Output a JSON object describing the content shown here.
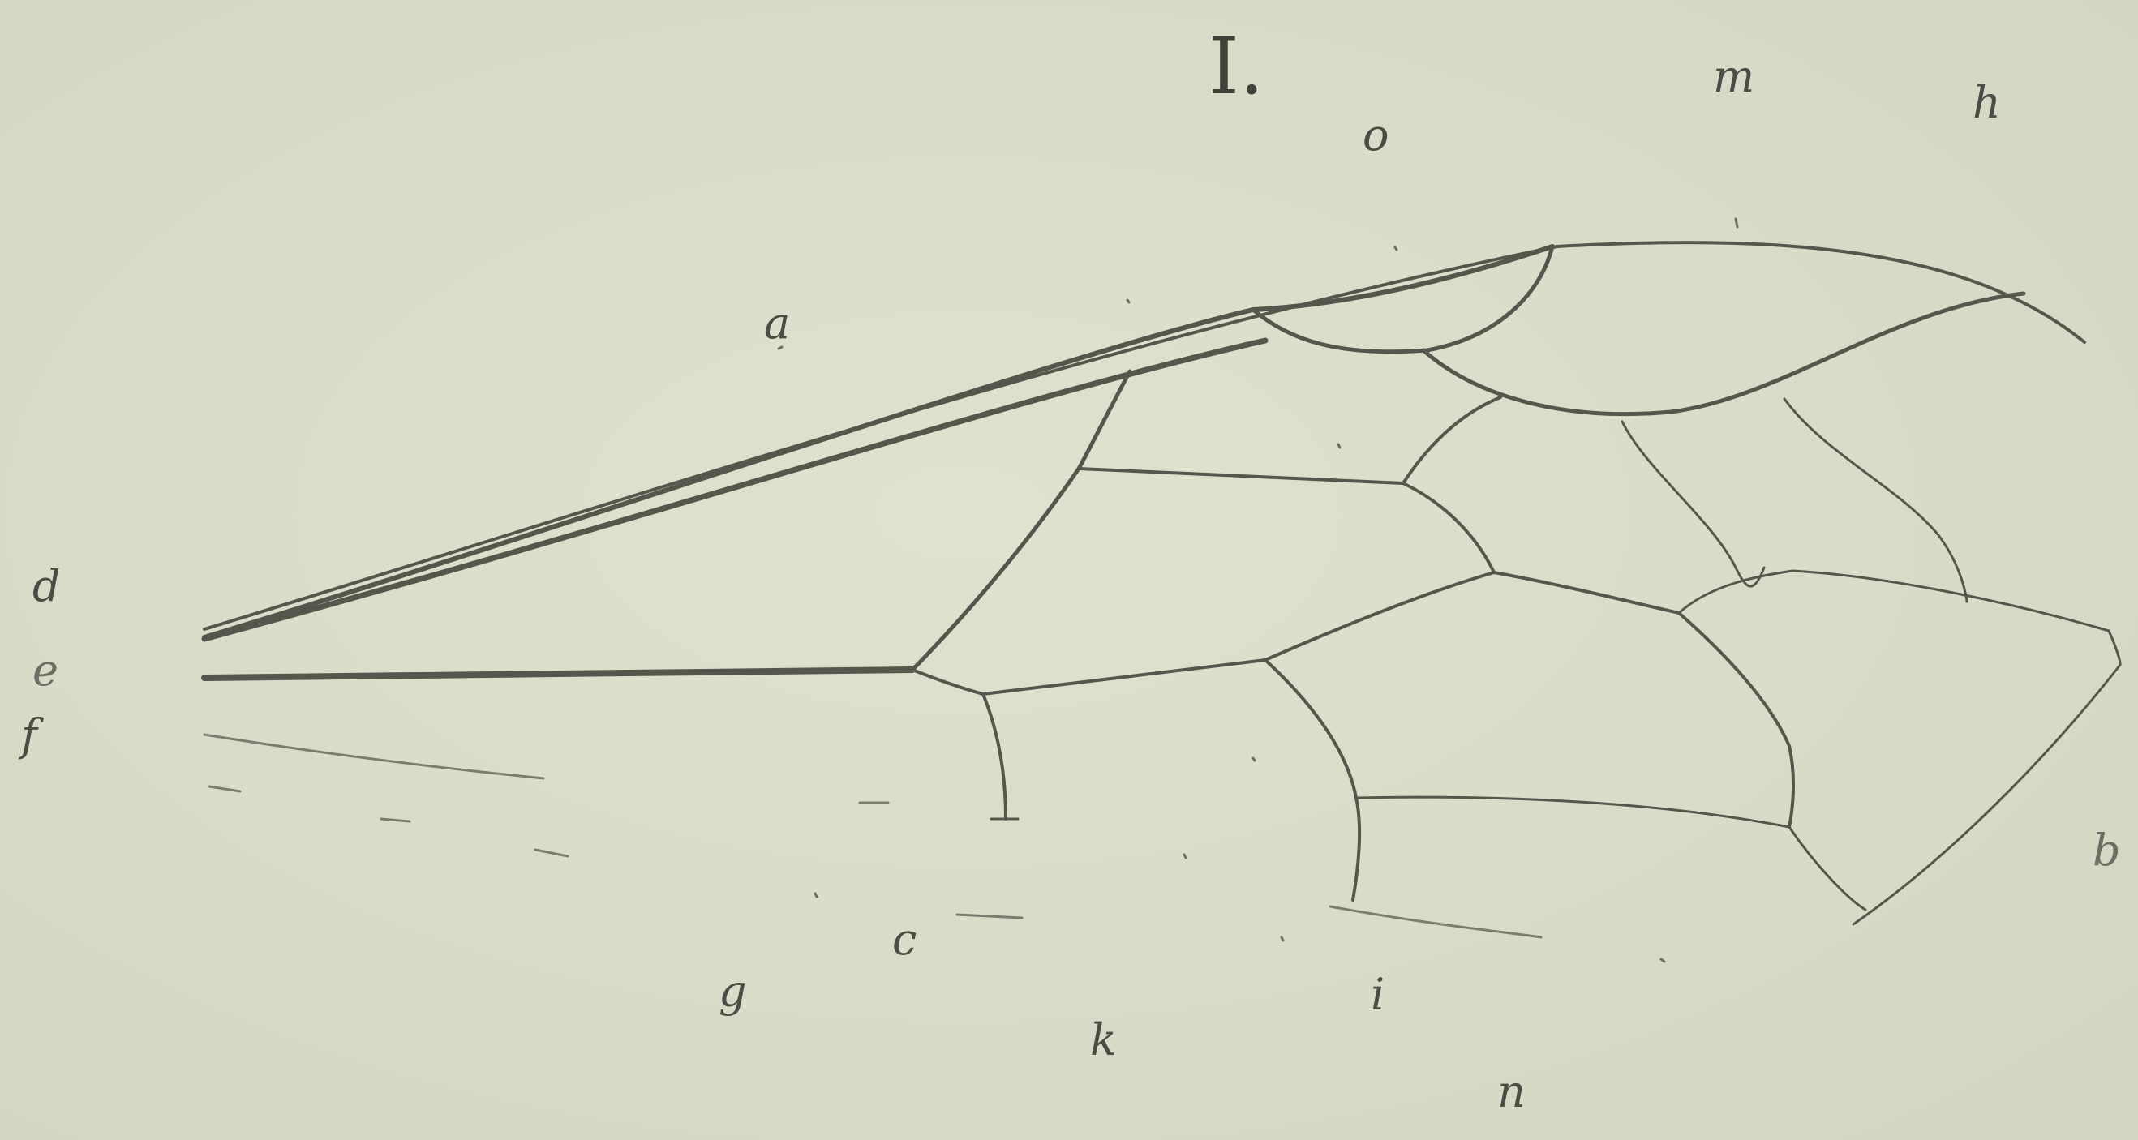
{
  "figure": {
    "number": "I.",
    "colors": {
      "paper": "#d9dcc8",
      "vein": "#54574b",
      "vein_light": "#7a7d70",
      "label": "#4a4d43"
    },
    "labels": {
      "a": "a",
      "b": "b",
      "c": "c",
      "d": "d",
      "e": "e",
      "f": "f",
      "g": "g",
      "h": "h",
      "i": "i",
      "k": "k",
      "m": "m",
      "n": "n",
      "o": "o"
    }
  }
}
